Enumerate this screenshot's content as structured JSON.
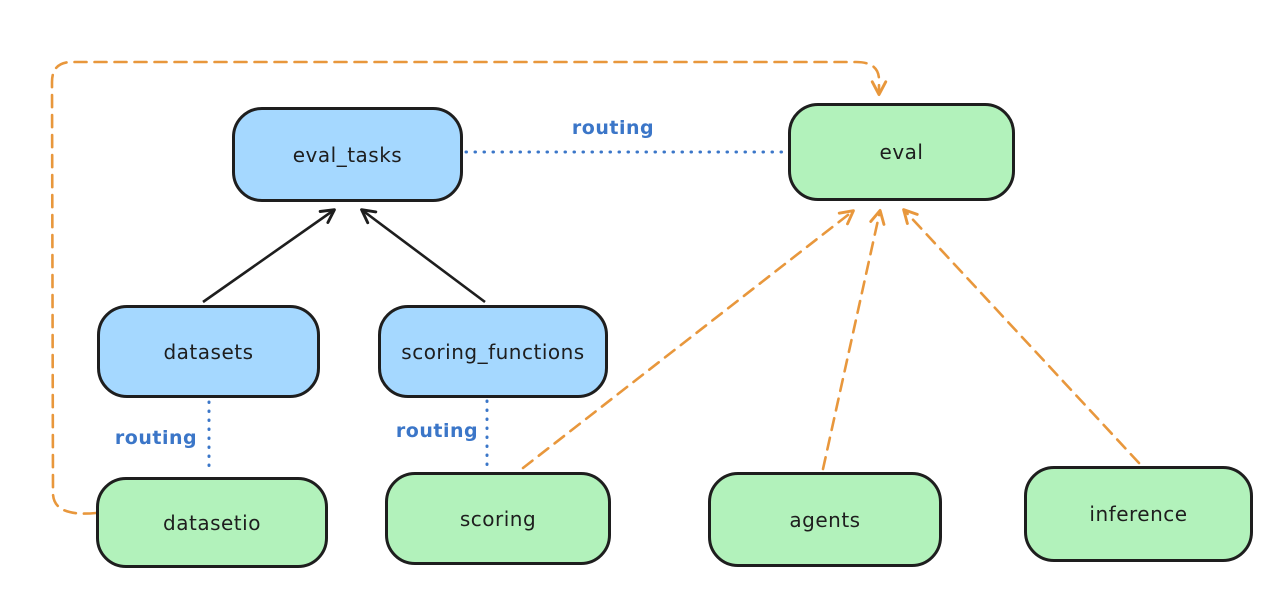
{
  "diagram": {
    "title": "",
    "nodes": [
      {
        "id": "eval_tasks",
        "label": "eval_tasks",
        "color": "blue"
      },
      {
        "id": "eval",
        "label": "eval",
        "color": "green"
      },
      {
        "id": "datasets",
        "label": "datasets",
        "color": "blue"
      },
      {
        "id": "scoring_functions",
        "label": "scoring_functions",
        "color": "blue"
      },
      {
        "id": "datasetio",
        "label": "datasetio",
        "color": "green"
      },
      {
        "id": "scoring",
        "label": "scoring",
        "color": "green"
      },
      {
        "id": "agents",
        "label": "agents",
        "color": "green"
      },
      {
        "id": "inference",
        "label": "inference",
        "color": "green"
      }
    ],
    "edges": [
      {
        "from": "datasets",
        "to": "eval_tasks",
        "style": "solid",
        "arrow": true,
        "color": "black",
        "label": ""
      },
      {
        "from": "scoring_functions",
        "to": "eval_tasks",
        "style": "solid",
        "arrow": true,
        "color": "black",
        "label": ""
      },
      {
        "from": "eval_tasks",
        "to": "eval",
        "style": "dotted",
        "arrow": false,
        "color": "blue",
        "label": "routing"
      },
      {
        "from": "datasets",
        "to": "datasetio",
        "style": "dotted",
        "arrow": false,
        "color": "blue",
        "label": "routing"
      },
      {
        "from": "scoring_functions",
        "to": "scoring",
        "style": "dotted",
        "arrow": false,
        "color": "blue",
        "label": "routing"
      },
      {
        "from": "datasetio",
        "to": "eval",
        "style": "dashed",
        "arrow": true,
        "color": "orange",
        "label": ""
      },
      {
        "from": "scoring",
        "to": "eval",
        "style": "dashed",
        "arrow": true,
        "color": "orange",
        "label": ""
      },
      {
        "from": "agents",
        "to": "eval",
        "style": "dashed",
        "arrow": true,
        "color": "orange",
        "label": ""
      },
      {
        "from": "inference",
        "to": "eval",
        "style": "dashed",
        "arrow": true,
        "color": "orange",
        "label": ""
      }
    ]
  },
  "colors": {
    "node_blue_fill": "#a5d8ff",
    "node_green_fill": "#b2f2bb",
    "node_stroke": "#1e1e1e",
    "arrow_black": "#1e1e1e",
    "routing_blue": "#3b76c8",
    "dashed_orange": "#e8973c",
    "background": "#ffffff"
  }
}
